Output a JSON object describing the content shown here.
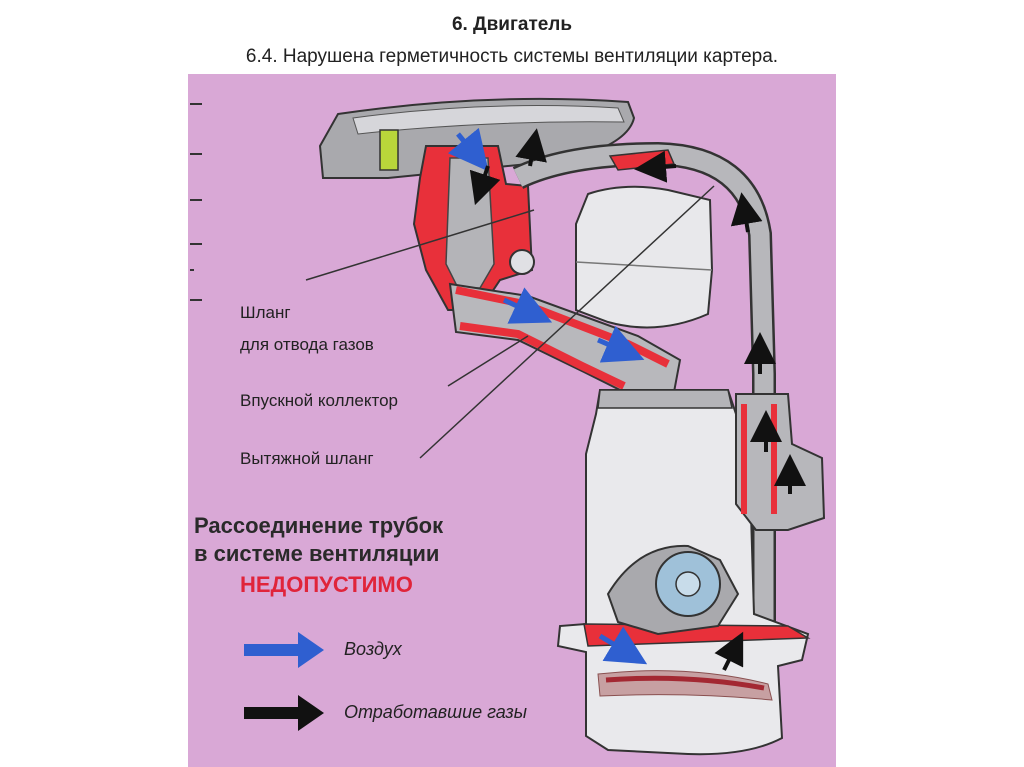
{
  "header": {
    "title": "6. Двигатель",
    "subtitle": "6.4. Нарушена герметичность системы вентиляции картера."
  },
  "diagram": {
    "labels": {
      "hose_gas_line1": "Шланг",
      "hose_gas_line2": "для отвода газов",
      "intake_manifold": "Впускной коллектор",
      "exhaust_hose": "Вытяжной шланг"
    },
    "warning": {
      "line1": "Рассоединение трубок",
      "line2": "в системе вентиляции",
      "line3": "НЕДОПУСТИМО"
    },
    "legend": {
      "air": "Воздух",
      "exhaust": "Отработавшие газы"
    }
  },
  "colors": {
    "background": "#d9a8d6",
    "engine_gray": "#b7b7bb",
    "engine_light": "#e9e9ec",
    "red_parts": "#e8303a",
    "air_arrow": "#2f5fd0",
    "gas_arrow": "#111111",
    "warning_text": "#e0243a"
  }
}
